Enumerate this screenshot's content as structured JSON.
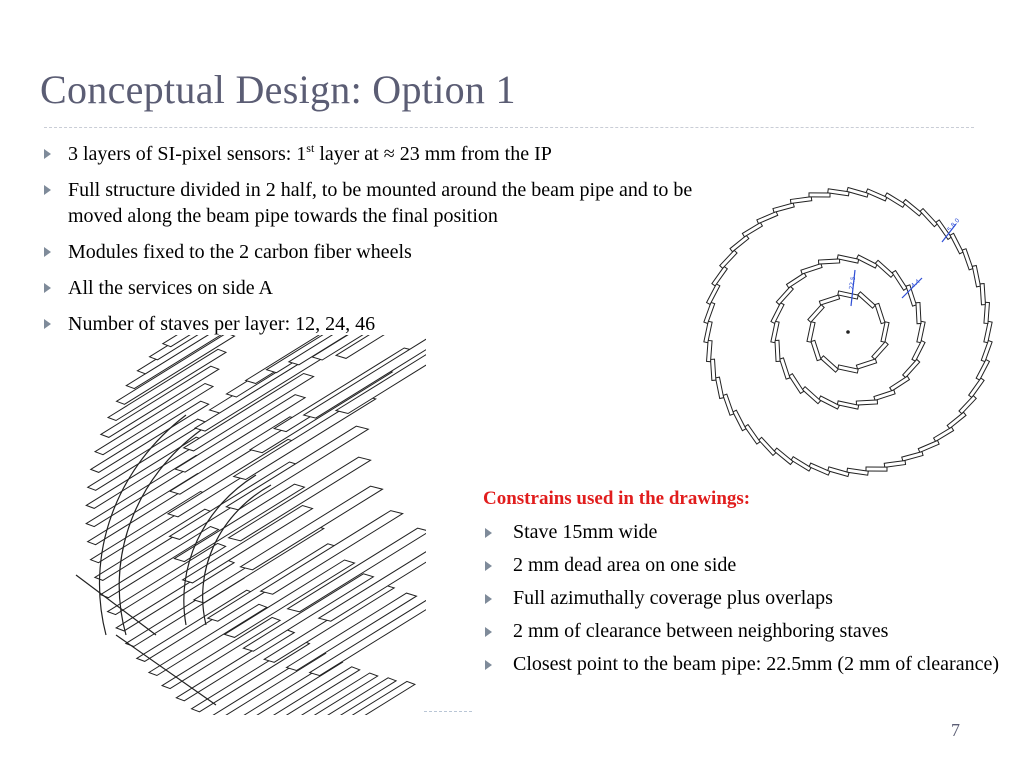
{
  "title": "Conceptual Design: Option 1",
  "bullets": [
    {
      "pre": "3 layers of SI-pixel sensors: 1",
      "sup": "st",
      "post": " layer at ≈ 23 mm from the IP"
    },
    {
      "text": "Full structure divided in 2 half, to be mounted around the beam pipe and to be moved along the beam pipe towards the final position"
    },
    {
      "text": "Modules fixed to the 2 carbon fiber wheels"
    },
    {
      "text": "All the services on side A"
    },
    {
      "text": "Number of staves per layer: 12, 24, 46"
    }
  ],
  "constraints": {
    "heading": "Constrains used in the drawings:",
    "items": [
      "Stave 15mm wide",
      "2 mm dead area on one side",
      "Full azimuthally coverage plus overlaps",
      "2 mm of clearance between neighboring staves",
      "Closest point to the beam pipe: 22.5mm (2 mm of clearance)"
    ]
  },
  "page_number": "7",
  "drawing": {
    "layer_staves": [
      12,
      24,
      46
    ],
    "dimension_labels": [
      "22.5",
      "4.4",
      "5.8.0"
    ],
    "accent_color": "#2f4fd6",
    "title_color": "#5b5d74",
    "heading_color": "#e11d1d"
  }
}
